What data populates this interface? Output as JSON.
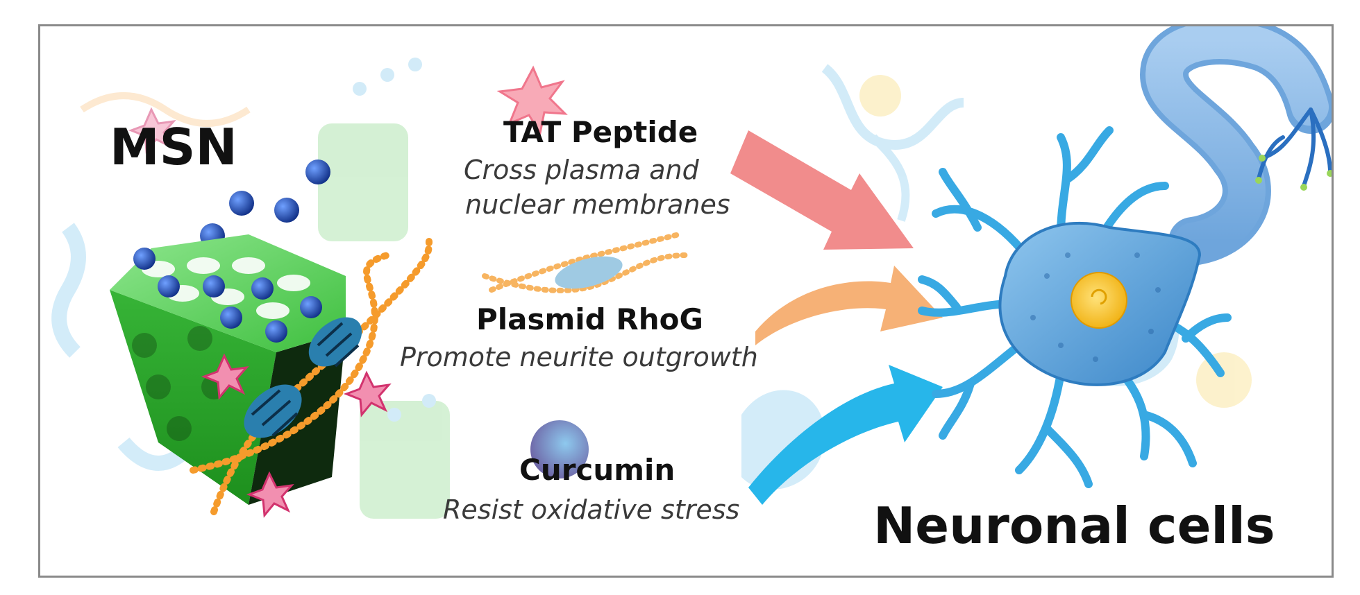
{
  "title_left": "MSN",
  "title_right": "Neuronal cells",
  "components": [
    {
      "name": "TAT Peptide",
      "desc_line1": "Cross plasma and",
      "desc_line2": "nuclear membranes",
      "arrow_color": "#f07f7f",
      "icon": "tat-star-icon"
    },
    {
      "name": "Plasmid RhoG",
      "desc": "Promote neurite outgrowth",
      "arrow_color": "#f4a35e",
      "icon": "plasmid-dna-icon"
    },
    {
      "name": "Curcumin",
      "desc": "Resist oxidative stress",
      "arrow_color": "#27b6ea",
      "icon": "curcumin-sphere-icon"
    }
  ],
  "colors": {
    "msn_green": "#3fbf3f",
    "msn_dark": "#0e2a0e",
    "cargo_blue": "#1f4fae",
    "dna_orange": "#f59b2c",
    "neuron_blue": "#38a9e3",
    "nucleus_yellow": "#f4c21c"
  }
}
